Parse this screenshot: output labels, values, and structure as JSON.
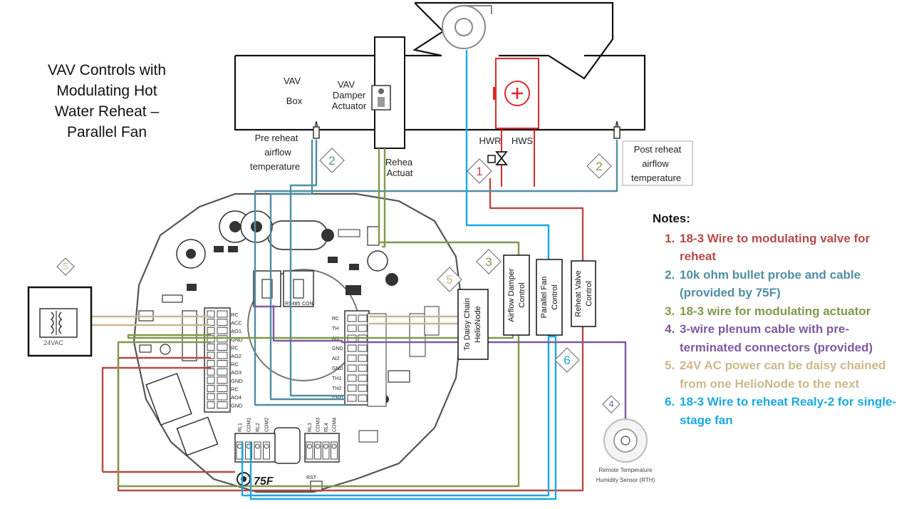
{
  "title_lines": [
    "VAV Controls with",
    "Modulating Hot",
    "Water Reheat –",
    "Parallel Fan"
  ],
  "colors": {
    "red": "#b54a47",
    "teal": "#4f8ea3",
    "green": "#7f9a4a",
    "purple": "#7e5aa2",
    "tan": "#cbb88a",
    "blue": "#19a9e0",
    "black": "#111111"
  },
  "duct_labels": {
    "vav_box": [
      "VAV",
      "Box"
    ],
    "damper_actuator": [
      "VAV",
      "Damper",
      "Actuator"
    ],
    "reheat_actuator": [
      "Rehea",
      "Actuat"
    ],
    "pre_reheat": [
      "Pre reheat",
      "airflow",
      "temperature"
    ],
    "post_reheat": [
      "Post reheat",
      "airflow",
      "temperature"
    ],
    "hwr": "HWR",
    "hws": "HWS"
  },
  "power_label": "24VAC",
  "output_boxes": [
    {
      "id": "daisy",
      "text": [
        "To Daisy Chain",
        "HelioNode"
      ]
    },
    {
      "id": "damper",
      "text": [
        "Airflow Damper",
        "Control"
      ]
    },
    {
      "id": "fan",
      "text": [
        "Parallel Fan",
        "Control"
      ]
    },
    {
      "id": "valve",
      "text": [
        "Reheat Valve",
        "Control"
      ]
    }
  ],
  "sensor_label": [
    "Remote Temperature",
    "Humidity Sensor (RTH)"
  ],
  "board": {
    "left_terminals": [
      "RC",
      "ACC",
      "AO1",
      "GND",
      "RC",
      "AO2",
      "RC",
      "AO3",
      "GND",
      "RC",
      "AO4",
      "GND"
    ],
    "bottom_relays": [
      "RL1",
      "COM1",
      "RL2",
      "COM2",
      "RL3",
      "COM3",
      "RL4",
      "COM4"
    ],
    "rs485": "RS485",
    "con": "CON",
    "rst": "RST",
    "logo": "75F",
    "right_terminals": [
      "RC",
      "TH",
      "AI1",
      "GND",
      "AI2",
      "GND",
      "TH1",
      "TH2",
      "GND"
    ]
  },
  "markers": [
    {
      "n": "1",
      "color": "red"
    },
    {
      "n": "2",
      "color": "teal"
    },
    {
      "n": "2",
      "color": "green"
    },
    {
      "n": "3",
      "color": "green"
    },
    {
      "n": "4",
      "color": "purple"
    },
    {
      "n": "5",
      "color": "tan"
    },
    {
      "n": "5",
      "color": "tan"
    },
    {
      "n": "6",
      "color": "blue"
    }
  ],
  "notes": {
    "heading": "Notes:",
    "items": [
      {
        "text": "18-3 Wire to modulating valve for reheat",
        "color": "red"
      },
      {
        "text": "10k ohm bullet probe and cable (provided by 75F)",
        "color": "teal"
      },
      {
        "text": "18-3 wire for modulating  actuator",
        "color": "green"
      },
      {
        "text": "3-wire plenum cable with pre-terminated connectors (provided)",
        "color": "purple"
      },
      {
        "text": "24V AC power can be daisy chained from one HelioNode to the next",
        "color": "tan"
      },
      {
        "text": "18-3 Wire to reheat Realy-2 for single-stage fan",
        "color": "blue"
      }
    ]
  }
}
